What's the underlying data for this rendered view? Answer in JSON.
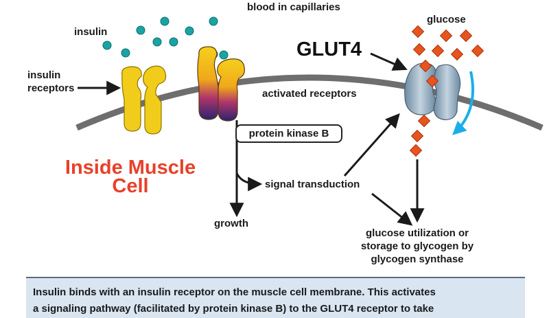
{
  "labels": {
    "blood": "blood in capillaries",
    "insulin": "insulin",
    "insulin_receptors_line1": "insulin",
    "insulin_receptors_line2": "receptors",
    "glucose": "glucose",
    "glut4": "GLUT4",
    "activated_receptors": "activated receptors",
    "protein_kinase_b": "protein kinase B",
    "inside_line1": "Inside Muscle",
    "inside_line2": "Cell",
    "signal_transduction": "signal transduction",
    "growth": "growth",
    "utilization_line1": "glucose utilization or",
    "utilization_line2": "storage to glycogen by",
    "utilization_line3": "glycogen synthase"
  },
  "caption": {
    "line1": "Insulin binds with an insulin receptor on the muscle cell membrane. This activates",
    "line2": "a signaling pathway (facilitated by protein kinase B) to the GLUT4 receptor to take"
  },
  "colors": {
    "membrane": "#6e6e6e",
    "insulin": "#1aa3a3",
    "receptor": "#f2cc1a",
    "glucose": "#e8541e",
    "glut4": "#8aa4b8",
    "title_red": "#e8402a",
    "cycle_arrow": "#1aaee8",
    "caption_bg": "#d9e5f1"
  }
}
